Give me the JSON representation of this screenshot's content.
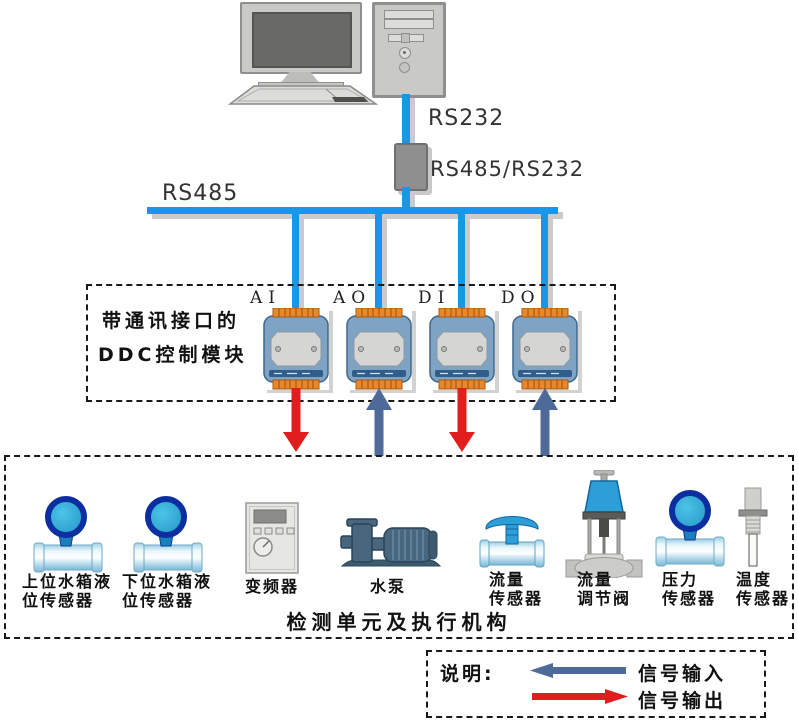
{
  "top": {
    "rs232_label": "RS232",
    "converter_label": "RS485/RS232",
    "rs485_label": "RS485"
  },
  "ddc": {
    "title_line1": "带通讯接口的",
    "title_line2": "DDC控制模块",
    "modules": [
      {
        "label": "AI"
      },
      {
        "label": "AO"
      },
      {
        "label": "DI"
      },
      {
        "label": "DO"
      }
    ]
  },
  "devices": [
    {
      "icon": "level-sensor-icon",
      "line1": "上位水箱液",
      "line2": "位传感器"
    },
    {
      "icon": "level-sensor-icon",
      "line1": "下位水箱液",
      "line2": "位传感器"
    },
    {
      "icon": "vfd-icon",
      "line1": "变频器",
      "line2": ""
    },
    {
      "icon": "pump-icon",
      "line1": "水泵",
      "line2": ""
    },
    {
      "icon": "flow-sensor-icon",
      "line1": "流量",
      "line2": "传感器"
    },
    {
      "icon": "control-valve-icon",
      "line1": "流量",
      "line2": "调节阀"
    },
    {
      "icon": "pressure-sensor-icon",
      "line1": "压力",
      "line2": "传感器"
    },
    {
      "icon": "temp-sensor-icon",
      "line1": "温度",
      "line2": "传感器"
    }
  ],
  "bottom": {
    "caption": "检测单元及执行机构"
  },
  "legend": {
    "title": "说明:",
    "input_label": "信号输入",
    "output_label": "信号输出"
  },
  "colors": {
    "bus_line": "#1896E8",
    "signal_input_arrow": "#4D6A99",
    "signal_output_arrow": "#E11D1D",
    "module_terminal": "#E8872B",
    "module_body": "#7FA3C2"
  }
}
